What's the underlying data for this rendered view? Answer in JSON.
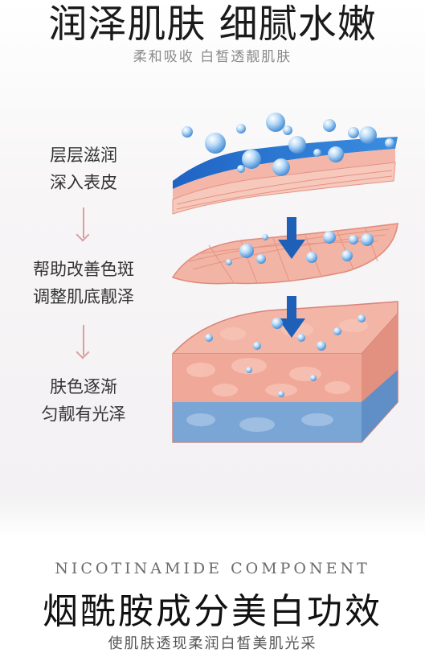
{
  "header": {
    "title": "润泽肌肤 细腻水嫩",
    "subtitle": "柔和吸收 白皙透靓肌肤"
  },
  "steps": [
    {
      "line1": "层层滋润",
      "line2": "深入表皮"
    },
    {
      "line1": "帮助改善色斑",
      "line2": "调整肌底靓泽"
    },
    {
      "line1": "肤色逐渐",
      "line2": "匀靓有光泽"
    }
  ],
  "component": {
    "en_title": "NICOTINAMIDE COMPONENT",
    "cn_title": "烟酰胺成分美白功效",
    "desc": "使肌肤透现柔润白皙美肌光采"
  },
  "colors": {
    "skin_pink": "#f0b0a0",
    "skin_dark": "#e08a7a",
    "water_blue": "#2f74c8",
    "arrow_blue": "#1e5fb8",
    "tissue_blue": "#6f9fd0"
  },
  "icons": {
    "step_arrow": "arrow-down-icon",
    "penetration_arrow": "blue-arrow-down-icon"
  }
}
